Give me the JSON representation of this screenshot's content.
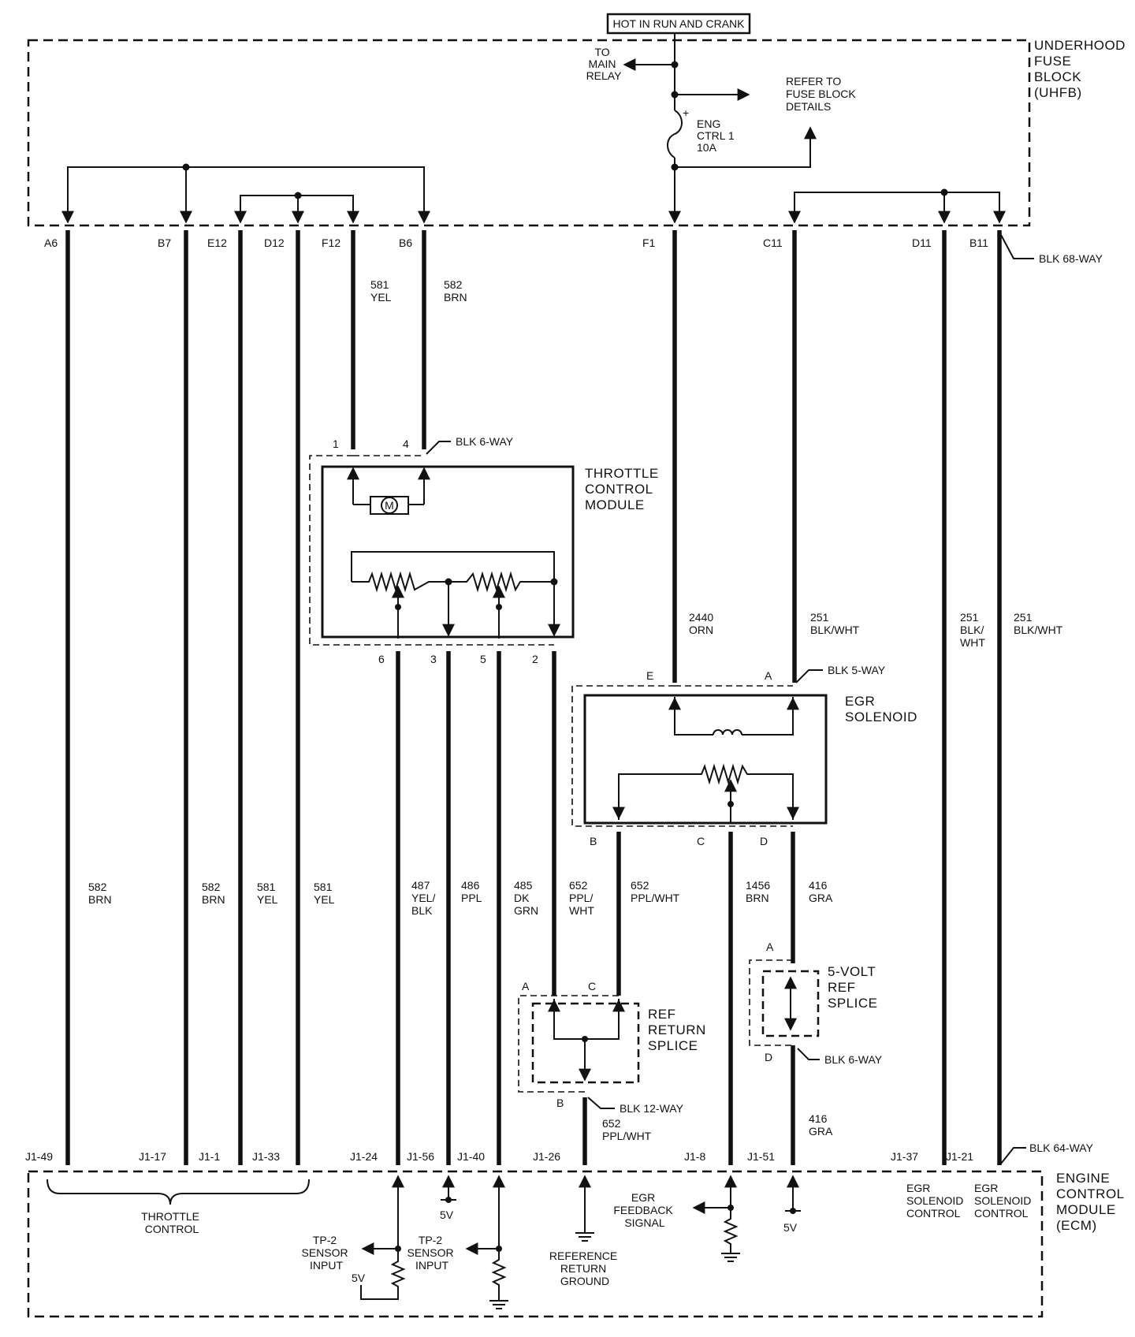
{
  "power_source": "HOT IN RUN AND CRANK",
  "uhfb": {
    "label": [
      "UNDERHOOD",
      "FUSE",
      "BLOCK",
      "(UHFB)"
    ],
    "to_main_relay": [
      "TO",
      "MAIN",
      "RELAY"
    ],
    "refer_fuse": [
      "REFER TO",
      "FUSE BLOCK",
      "DETAILS"
    ],
    "fuse": [
      "ENG",
      "CTRL 1",
      "10A"
    ],
    "fuse_polarity": "+",
    "connector": "BLK 68-WAY",
    "pins": {
      "a6": "A6",
      "b7": "B7",
      "e12": "E12",
      "d12": "D12",
      "f12": "F12",
      "b6": "B6",
      "f1": "F1",
      "c11": "C11",
      "d11": "D11",
      "b11": "B11"
    }
  },
  "wires": {
    "w581_top": [
      "581",
      "YEL"
    ],
    "w582_top": [
      "582",
      "BRN"
    ],
    "w582_a": [
      "582",
      "BRN"
    ],
    "w582_b": [
      "582",
      "BRN"
    ],
    "w581_a": [
      "581",
      "YEL"
    ],
    "w581_b": [
      "581",
      "YEL"
    ],
    "w487": [
      "487",
      "YEL/",
      "BLK"
    ],
    "w486": [
      "486",
      "PPL"
    ],
    "w485": [
      "485",
      "DK",
      "GRN"
    ],
    "w652_a": [
      "652",
      "PPL/",
      "WHT"
    ],
    "w652_b": [
      "652",
      "PPL/WHT"
    ],
    "w652_c": [
      "652",
      "PPL/WHT"
    ],
    "w2440": [
      "2440",
      "ORN"
    ],
    "w251_a": [
      "251",
      "BLK/WHT"
    ],
    "w251_b": [
      "251",
      "BLK/",
      "WHT"
    ],
    "w251_c": [
      "251",
      "BLK/WHT"
    ],
    "w1456": [
      "1456",
      "BRN"
    ],
    "w416_a": [
      "416",
      "GRA"
    ],
    "w416_b": [
      "416",
      "GRA"
    ]
  },
  "throttle_module": {
    "label": [
      "THROTTLE",
      "CONTROL",
      "MODULE"
    ],
    "connector": "BLK 6-WAY",
    "motor": "M",
    "pins_top": {
      "p1": "1",
      "p4": "4"
    },
    "pins_bottom": {
      "p6": "6",
      "p3": "3",
      "p5": "5",
      "p2": "2"
    }
  },
  "egr_solenoid": {
    "label": [
      "EGR",
      "SOLENOID"
    ],
    "connector": "BLK 5-WAY",
    "pins": {
      "e": "E",
      "a": "A",
      "b": "B",
      "c": "C",
      "d": "D"
    }
  },
  "ref_return_splice": {
    "label": [
      "REF",
      "RETURN",
      "SPLICE"
    ],
    "connector": "BLK 12-WAY",
    "pins": {
      "a": "A",
      "c": "C",
      "b": "B"
    }
  },
  "ref_5v_splice": {
    "label": [
      "5-VOLT",
      "REF",
      "SPLICE"
    ],
    "connector": "BLK 6-WAY",
    "pins": {
      "a": "A",
      "d": "D"
    }
  },
  "ecm": {
    "label": [
      "ENGINE",
      "CONTROL",
      "MODULE",
      "(ECM)"
    ],
    "connector": "BLK 64-WAY",
    "pins": {
      "j1_49": "J1-49",
      "j1_17": "J1-17",
      "j1_1": "J1-1",
      "j1_33": "J1-33",
      "j1_24": "J1-24",
      "j1_56": "J1-56",
      "j1_40": "J1-40",
      "j1_26": "J1-26",
      "j1_8": "J1-8",
      "j1_51": "J1-51",
      "j1_37": "J1-37",
      "j1_21": "J1-21"
    },
    "throttle_control": [
      "THROTTLE",
      "CONTROL"
    ],
    "tp2_a": [
      "TP-2",
      "SENSOR",
      "INPUT"
    ],
    "tp2_b": [
      "TP-2",
      "SENSOR",
      "INPUT"
    ],
    "five_v_a": "5V",
    "five_v_b": "5V",
    "five_v_c": "5V",
    "ref_ground": [
      "REFERENCE",
      "RETURN",
      "GROUND"
    ],
    "egr_feedback": [
      "EGR",
      "FEEDBACK",
      "SIGNAL"
    ],
    "egr_ctrl_a": [
      "EGR",
      "SOLENOID",
      "CONTROL"
    ],
    "egr_ctrl_b": [
      "EGR",
      "SOLENOID",
      "CONTROL"
    ]
  }
}
